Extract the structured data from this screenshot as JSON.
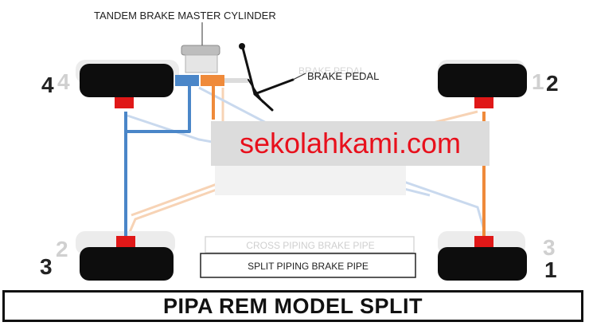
{
  "labels": {
    "master_cylinder": "TANDEM BRAKE MASTER CYLINDER",
    "brake_pedal": "BRAKE PEDAL",
    "brake_pedal_ghost": "BRAKE PEDAL",
    "cross_piping": "CROSS PIPING BRAKE PIPE",
    "split_piping": "SPLIT PIPING BRAKE PIPE",
    "watermark": "sekolahkami.com",
    "footer_title": "PIPA REM MODEL SPLIT"
  },
  "wheels": {
    "front_left": {
      "number": "4",
      "ghost_number": "4"
    },
    "front_right": {
      "number": "2",
      "ghost_number": "1"
    },
    "rear_left": {
      "number": "3",
      "ghost_number": "2"
    },
    "rear_right": {
      "number": "1",
      "ghost_number": "3"
    }
  },
  "colors": {
    "blue_circuit": "#4a86c8",
    "orange_circuit": "#ef8a3a",
    "faded_blue": "#c9d9ee",
    "faded_orange": "#f7d3b5",
    "caliper_red": "#e01818",
    "tire_black": "#0d0d0d",
    "watermark_bg": "#dcdcdc",
    "watermark_text": "#e8101c"
  }
}
